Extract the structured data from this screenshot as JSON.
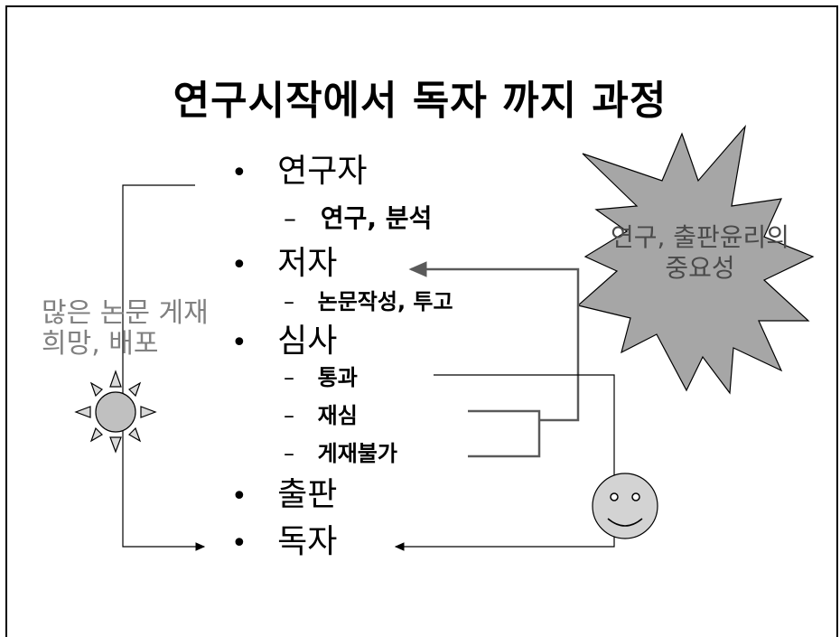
{
  "title": "연구시작에서 독자 까지 과정",
  "bullet_symbol": "•",
  "dash_symbol": "–",
  "items": [
    {
      "label": "연구자",
      "sub": [
        {
          "label": "연구, 분석"
        }
      ]
    },
    {
      "label": "저자",
      "sub": [
        {
          "label": "논문작성, 투고"
        }
      ]
    },
    {
      "label": "심사",
      "sub": [
        {
          "label": "통과"
        },
        {
          "label": "재심"
        },
        {
          "label": "게재불가"
        }
      ]
    },
    {
      "label": "출판",
      "sub": []
    },
    {
      "label": "독자",
      "sub": []
    }
  ],
  "left_note": {
    "line1": "많은 논문 게재",
    "line2": "희망, 배포"
  },
  "burst_note": {
    "line1": "연구, 출판윤리의",
    "line2": "중요성"
  },
  "colors": {
    "burst_fill": "#a6a6a6",
    "sun_fill": "#c0c0c0",
    "face_fill": "#d3d3d3",
    "arrow_dark": "#5a5a5a",
    "note_gray": "#808080"
  },
  "icons": [
    "sun-icon",
    "smiley-face-icon",
    "explosion-burst-icon"
  ]
}
